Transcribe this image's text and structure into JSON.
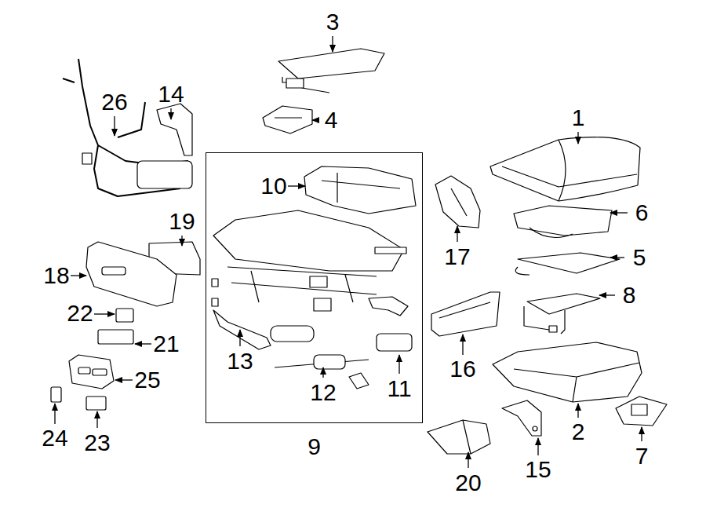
{
  "diagram": {
    "nodes": [
      {
        "text": [
          "9"
        ]
      }
    ],
    "labels": [
      "1",
      "2",
      "3",
      "4",
      "5",
      "6",
      "7",
      "8",
      "10",
      "11",
      "12",
      "13",
      "14",
      "15",
      "16",
      "17",
      "18",
      "19",
      "20",
      "21",
      "22",
      "23",
      "24",
      "25",
      "26"
    ]
  }
}
